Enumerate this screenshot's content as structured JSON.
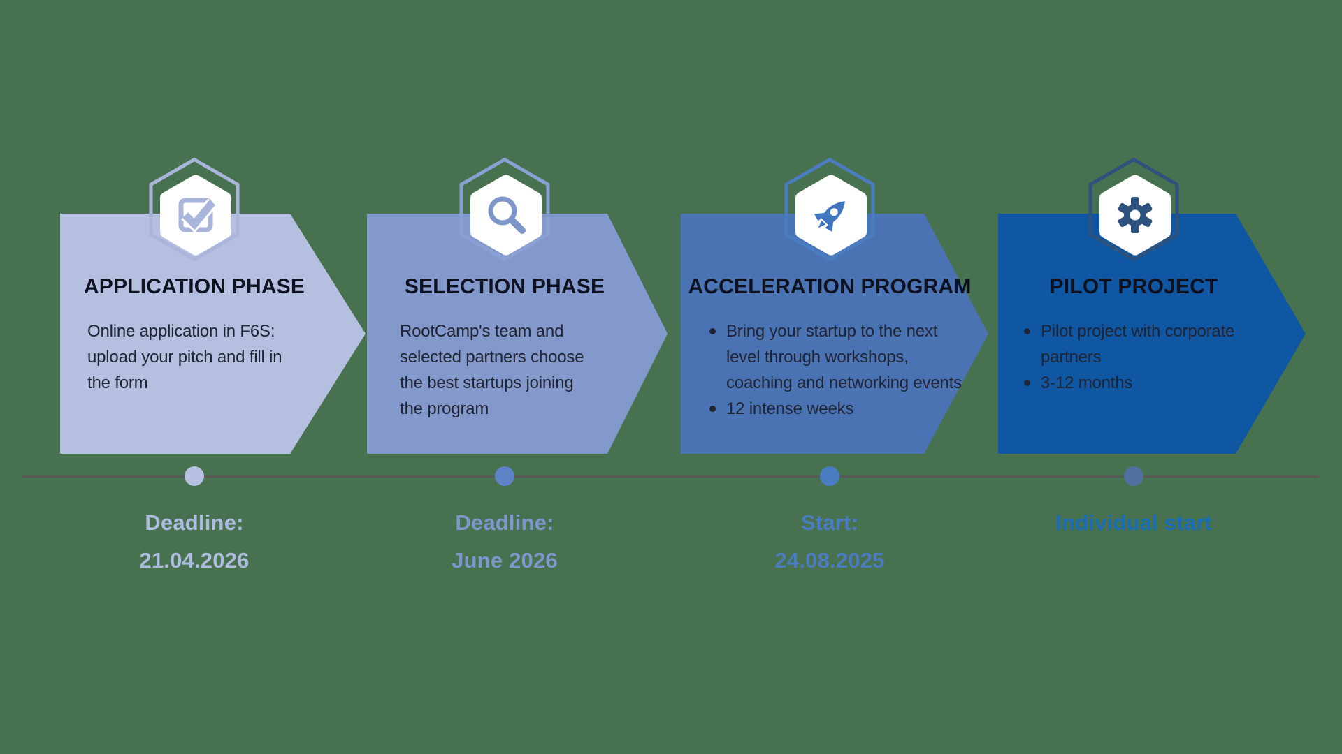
{
  "background_color": "#48724f",
  "timeline": {
    "line_color": "#58595b"
  },
  "phases": [
    {
      "title": "APPLICATION PHASE",
      "icon": "checkbox",
      "body_lines": [
        "Online application in F6S:",
        "upload your pitch and fill in",
        "the form"
      ],
      "bullets": [],
      "milestone": {
        "lines": [
          "Deadline:",
          "21.04.2026"
        ]
      },
      "colors": {
        "card": "#b5bfe0",
        "hex_outline": "#a9b5da",
        "icon": "#a9b5da",
        "dot": "#b7c2e2",
        "label": "#aebcdf"
      }
    },
    {
      "title": "SELECTION PHASE",
      "icon": "magnifier",
      "body_lines": [
        "RootCamp's team and",
        "selected partners choose",
        "the best startups joining",
        "the program"
      ],
      "bullets": [],
      "milestone": {
        "lines": [
          "Deadline:",
          "June 2026"
        ]
      },
      "colors": {
        "card": "#8398cb",
        "hex_outline": "#8aa0d2",
        "icon": "#7e95c9",
        "dot": "#5e84c7",
        "label": "#7e97cd"
      }
    },
    {
      "title": "ACCELERATION PROGRAM",
      "icon": "rocket",
      "body_lines": [],
      "bullets": [
        [
          "Bring your startup to the next",
          "level through workshops,",
          "coaching and networking events"
        ],
        [
          "12 intense weeks"
        ]
      ],
      "milestone": {
        "lines": [
          "Start:",
          "24.08.2025"
        ]
      },
      "colors": {
        "card": "#4a73b4",
        "hex_outline": "#4a7cc2",
        "icon": "#3f76be",
        "dot": "#4a7cc2",
        "label": "#4a7cc2"
      }
    },
    {
      "title": "PILOT PROJECT",
      "icon": "gear",
      "body_lines": [],
      "bullets": [
        [
          "Pilot project with corporate",
          "partners"
        ],
        [
          "3-12 months"
        ]
      ],
      "milestone": {
        "lines": [
          "Individual start"
        ]
      },
      "colors": {
        "card": "#0f57a2",
        "hex_outline": "#2d527d",
        "icon": "#2d527d",
        "dot": "#50709d",
        "label": "#1b6cb6"
      }
    }
  ]
}
